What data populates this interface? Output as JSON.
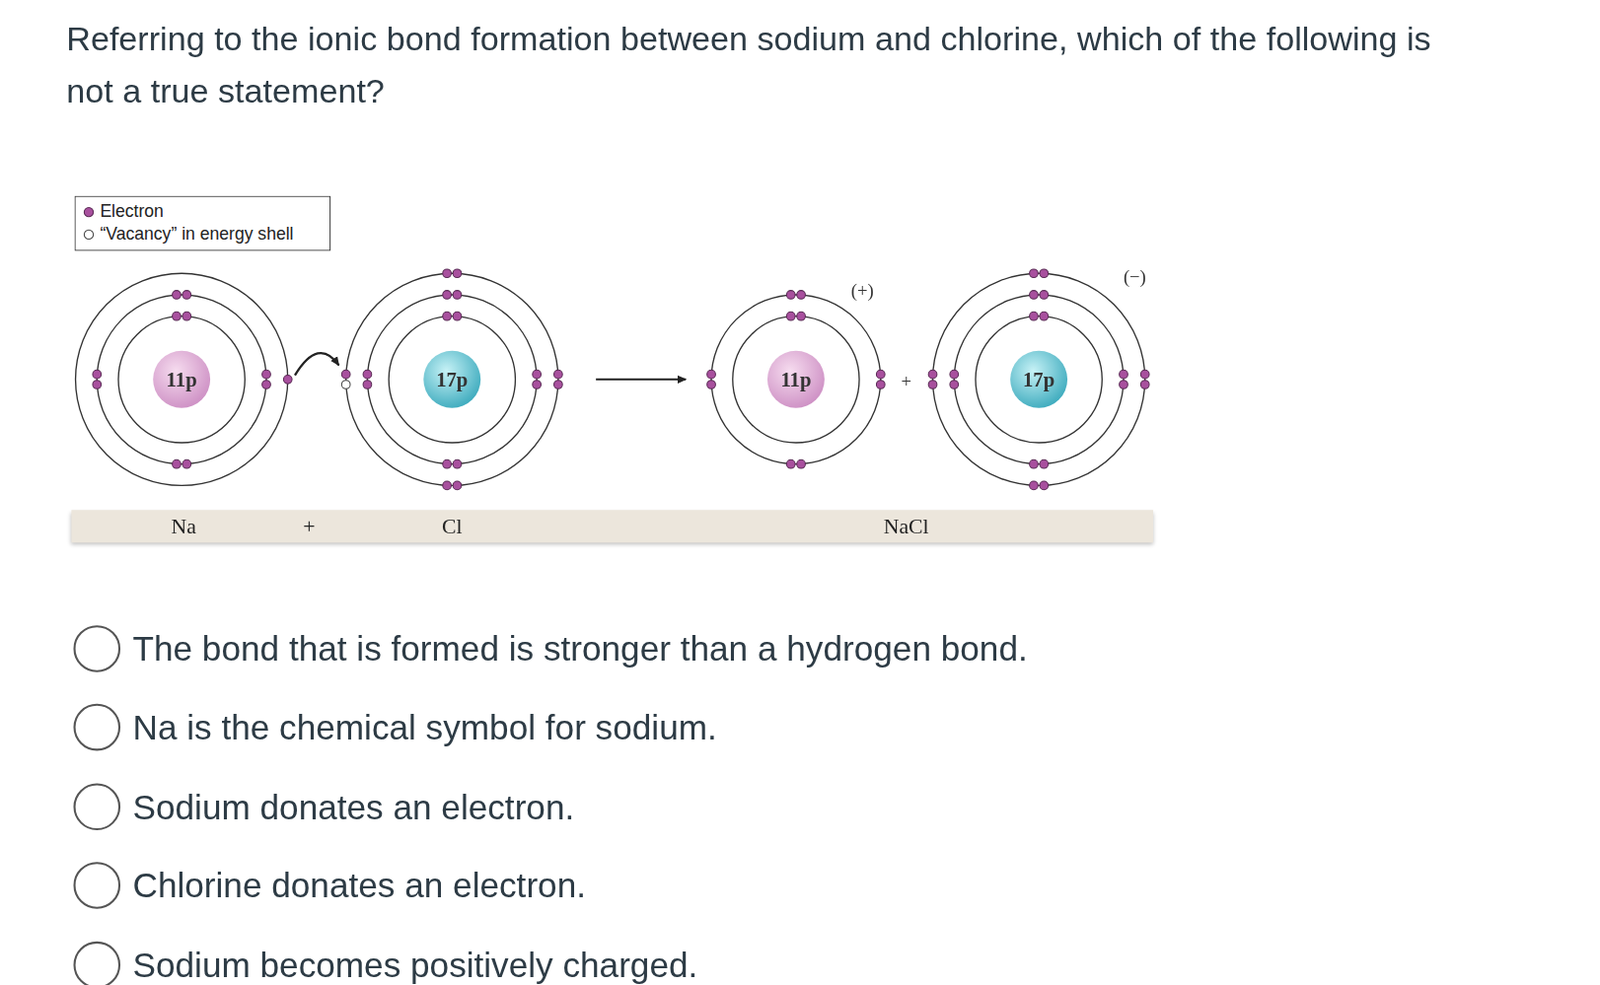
{
  "diagram": {
    "title": "Referring to the ionic bond formation between sodium and chlorine, which of the following is not a true statement?",
    "nodes": [
      {
        "text": [
          "11p"
        ]
      },
      {
        "text": [
          "17p"
        ]
      },
      {
        "text": [
          "11p"
        ]
      },
      {
        "text": [
          "17p"
        ]
      },
      {
        "text": [
          "Na",
          "+",
          "Cl",
          "NaCl"
        ]
      }
    ],
    "labels": [
      "(+)",
      "+",
      "(−)",
      "The bond that is formed is stronger than a hydrogen bond.",
      "Na is the chemical symbol for sodium.",
      "Sodium donates an electron.",
      "Chlorine donates an electron.",
      "Sodium becomes positively charged."
    ],
    "legend": [
      {
        "text": "Electron",
        "color": "#a8509e"
      },
      {
        "text": "“Vacancy” in energy shell"
      }
    ]
  }
}
